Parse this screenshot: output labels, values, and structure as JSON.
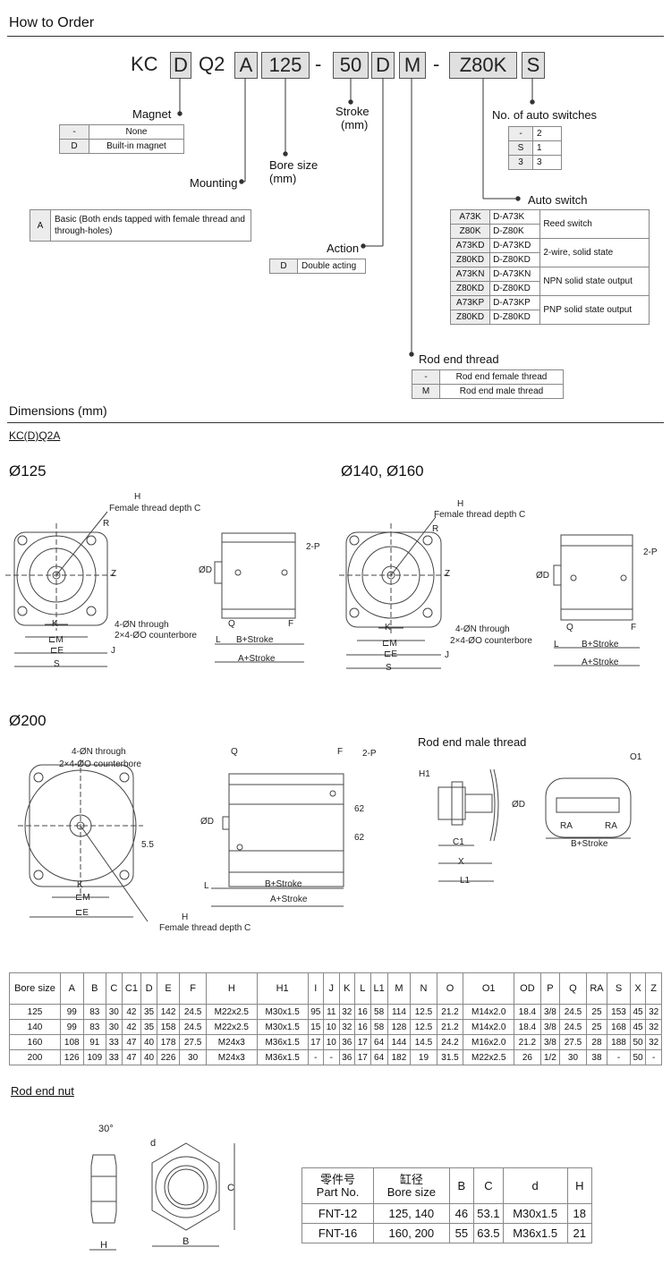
{
  "order": {
    "title": "How to Order",
    "code": [
      "KC",
      "D",
      "Q2",
      "A",
      "125",
      "-",
      "50",
      "D",
      "M",
      "-",
      "Z80K",
      "S"
    ],
    "magnet": {
      "label": "Magnet",
      "rows": [
        [
          "-",
          "None"
        ],
        [
          "D",
          "Built-in magnet"
        ]
      ]
    },
    "mounting": {
      "label": "Mounting",
      "rows": [
        [
          "A",
          "Basic (Both ends tapped with female thread and through-holes)"
        ]
      ]
    },
    "bore": {
      "label": "Bore size",
      "unit": "(mm)"
    },
    "stroke": {
      "label": "Stroke",
      "unit": "(mm)"
    },
    "action": {
      "label": "Action",
      "rows": [
        [
          "D",
          "Double acting"
        ]
      ]
    },
    "switch_count": {
      "label": "No. of auto switches",
      "rows": [
        [
          "-",
          "2"
        ],
        [
          "S",
          "1"
        ],
        [
          "3",
          "3"
        ]
      ]
    },
    "auto_switch": {
      "label": "Auto switch",
      "groups": [
        {
          "type": "Reed switch",
          "rows": [
            [
              "A73K",
              "D-A73K"
            ],
            [
              "Z80K",
              "D-Z80K"
            ]
          ]
        },
        {
          "type": "2-wire, solid state",
          "rows": [
            [
              "A73KD",
              "D-A73KD"
            ],
            [
              "Z80KD",
              "D-Z80KD"
            ]
          ]
        },
        {
          "type": "NPN solid state output",
          "rows": [
            [
              "A73KN",
              "D-A73KN"
            ],
            [
              "Z80KD",
              "D-Z80KD"
            ]
          ]
        },
        {
          "type": "PNP solid state output",
          "rows": [
            [
              "A73KP",
              "D-A73KP"
            ],
            [
              "Z80KD",
              "D-Z80KD"
            ]
          ]
        }
      ]
    },
    "rod_end": {
      "label": "Rod end thread",
      "rows": [
        [
          "-",
          "Rod end female thread"
        ],
        [
          "M",
          "Rod end male thread"
        ]
      ]
    }
  },
  "dims": {
    "title": "Dimensions (mm)",
    "model": "KC(D)Q2A",
    "d125": "Ø125",
    "d140": "Ø140, Ø160",
    "d200": "Ø200",
    "male": "Rod end male thread",
    "labels": {
      "H": "H",
      "fem": "Female thread depth C",
      "R": "R",
      "Z": "Z",
      "K": "K",
      "M": "⊏M",
      "E": "⊏E",
      "S": "S",
      "J": "J",
      "N": "4-ØN through",
      "O": "2×4-ØO counterbore",
      "OD": "ØD",
      "P": "2-P",
      "Q": "Q",
      "F": "F",
      "L": "L",
      "B": "B+Stroke",
      "A": "A+Stroke",
      "v55": "5.5",
      "v62": "62",
      "H1": "H1",
      "C1": "C1",
      "X": "X",
      "L1": "L1",
      "O1": "O1",
      "RA": "RA"
    }
  },
  "spec": {
    "headers": [
      "Bore size",
      "A",
      "B",
      "C",
      "C1",
      "D",
      "E",
      "F",
      "H",
      "H1",
      "I",
      "J",
      "K",
      "L",
      "L1",
      "M",
      "N",
      "O",
      "O1",
      "OD",
      "P",
      "Q",
      "RA",
      "S",
      "X",
      "Z"
    ],
    "rows": [
      [
        "125",
        "99",
        "83",
        "30",
        "42",
        "35",
        "142",
        "24.5",
        "M22x2.5",
        "M30x1.5",
        "95",
        "11",
        "32",
        "16",
        "58",
        "114",
        "12.5",
        "21.2",
        "M14x2.0",
        "18.4",
        "3/8",
        "24.5",
        "25",
        "153",
        "45",
        "32"
      ],
      [
        "140",
        "99",
        "83",
        "30",
        "42",
        "35",
        "158",
        "24.5",
        "M22x2.5",
        "M30x1.5",
        "15",
        "10",
        "32",
        "16",
        "58",
        "128",
        "12.5",
        "21.2",
        "M14x2.0",
        "18.4",
        "3/8",
        "24.5",
        "25",
        "168",
        "45",
        "32"
      ],
      [
        "160",
        "108",
        "91",
        "33",
        "47",
        "40",
        "178",
        "27.5",
        "M24x3",
        "M36x1.5",
        "17",
        "10",
        "36",
        "17",
        "64",
        "144",
        "14.5",
        "24.2",
        "M16x2.0",
        "21.2",
        "3/8",
        "27.5",
        "28",
        "188",
        "50",
        "32"
      ],
      [
        "200",
        "126",
        "109",
        "33",
        "47",
        "40",
        "226",
        "30",
        "M24x3",
        "M36x1.5",
        "-",
        "-",
        "36",
        "17",
        "64",
        "182",
        "19",
        "31.5",
        "M22x2.5",
        "26",
        "1/2",
        "30",
        "38",
        "-",
        "50",
        "-"
      ]
    ]
  },
  "nut": {
    "title": "Rod end nut",
    "angle": "30°",
    "d": "d",
    "C": "C",
    "H": "H",
    "B": "B",
    "headers": [
      [
        "零件号",
        "Part No."
      ],
      [
        "缸径",
        "Bore size"
      ],
      [
        "B"
      ],
      [
        "C"
      ],
      [
        "d"
      ],
      [
        "H"
      ]
    ],
    "rows": [
      [
        "FNT-12",
        "125, 140",
        "46",
        "53.1",
        "M30x1.5",
        "18"
      ],
      [
        "FNT-16",
        "160, 200",
        "55",
        "63.5",
        "M36x1.5",
        "21"
      ]
    ]
  }
}
